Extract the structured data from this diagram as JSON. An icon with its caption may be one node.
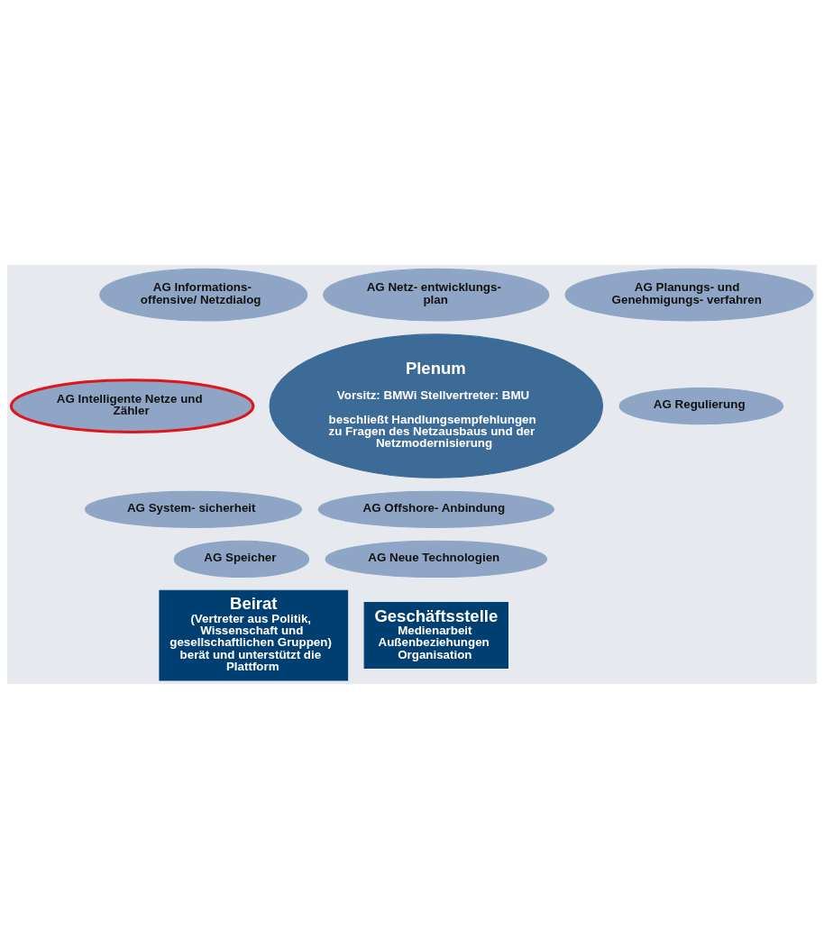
{
  "diagram": {
    "nodes": [
      {
        "text": [
          "Plenum",
          "Vorsitz: BMWi Stellvertreter: BMU",
          "beschließt Handlungsempfehlungen zu Fragen des Netzausbaus und der Netzmodernisierung"
        ]
      },
      {
        "text": [
          "AG Informations- offensive/ Netzdialog"
        ]
      },
      {
        "text": [
          "AG Netz- entwicklungs- plan"
        ]
      },
      {
        "text": [
          "AG Planungs- und Genehmigungs- verfahren"
        ]
      },
      {
        "text": [
          "AG Intelligente Netze und Zähler"
        ]
      },
      {
        "text": [
          "AG Regulierung"
        ]
      },
      {
        "text": [
          "AG System- sicherheit"
        ]
      },
      {
        "text": [
          "AG Offshore- Anbindung"
        ]
      },
      {
        "text": [
          "AG Speicher"
        ]
      },
      {
        "text": [
          "AG Neue Technologien"
        ]
      },
      {
        "text": [
          "Beirat",
          "(Vertreter aus Politik, Wissenschaft und gesellschaftlichen Gruppen) berät und unterstützt die Plattform"
        ]
      },
      {
        "text": [
          "Geschäftsstelle",
          "Medienarbeit Außenbeziehungen Organisation"
        ]
      }
    ],
    "edges": []
  }
}
